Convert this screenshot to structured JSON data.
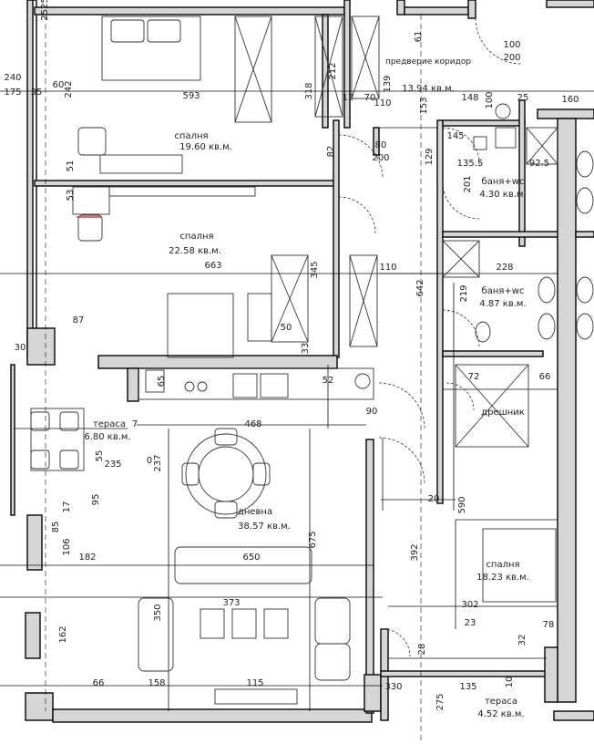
{
  "rooms": [
    {
      "id": "bedroom1",
      "name": "спалня",
      "area": "19.60 кв.м."
    },
    {
      "id": "bedroom2",
      "name": "спалня",
      "area": "22.58 кв.м."
    },
    {
      "id": "corridor",
      "name": "предверие коридор",
      "area": "13.94 кв.м."
    },
    {
      "id": "bath1",
      "name": "баня+wc",
      "area": "4.30 кв.м."
    },
    {
      "id": "bath2",
      "name": "баня+wc",
      "area": "4.87 кв.м."
    },
    {
      "id": "terrace1",
      "name": "тераса",
      "area": "6.80 кв.м."
    },
    {
      "id": "living",
      "name": "дневна",
      "area": "38.57 кв.м."
    },
    {
      "id": "closet",
      "name": "дрешник",
      "area": ""
    },
    {
      "id": "bedroom3",
      "name": "спалня",
      "area": "18.23 кв.м."
    },
    {
      "id": "terrace2",
      "name": "тераса",
      "area": "4.52 кв.м."
    }
  ],
  "dimensions": [
    "2525",
    "61",
    "100",
    "200",
    "240",
    "175",
    "60",
    "35",
    "242",
    "593",
    "318",
    "212",
    "12",
    "70",
    "139",
    "110",
    "153",
    "148",
    "100",
    "25",
    "160",
    "82",
    "80",
    "200",
    "129",
    "135.5",
    "92.5",
    "51",
    "53",
    "201",
    "663",
    "345",
    "110",
    "228",
    "642",
    "219",
    "87",
    "50",
    "33",
    "30",
    "65",
    "52",
    "72",
    "66",
    "90",
    "468",
    "237",
    "7",
    "0",
    "95",
    "17",
    "106",
    "85",
    "675",
    "392",
    "590",
    "182",
    "650",
    "373",
    "350",
    "302",
    "23",
    "78",
    "162",
    "66",
    "158",
    "115",
    "10",
    "330",
    "135",
    "275",
    "55",
    "28",
    "20",
    "145",
    "235",
    "32"
  ]
}
